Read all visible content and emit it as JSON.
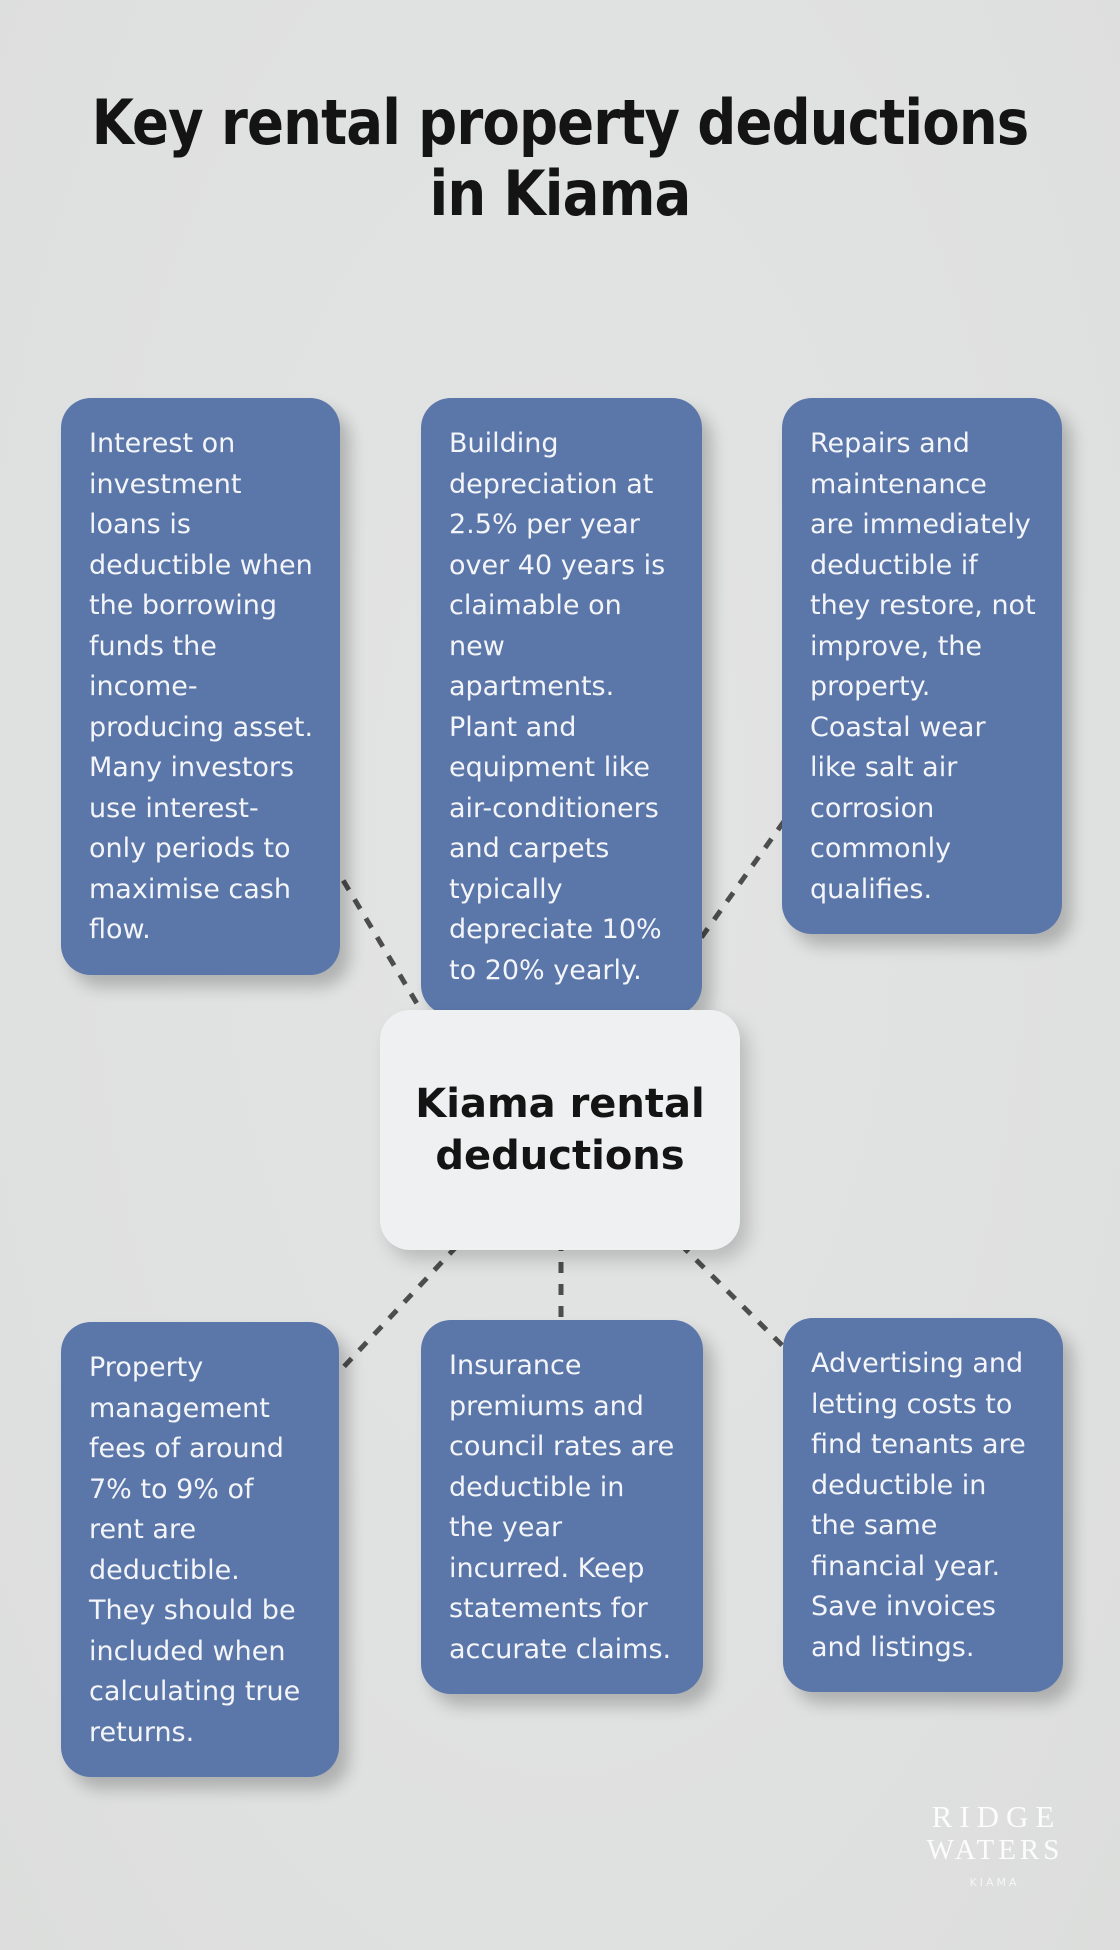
{
  "page": {
    "background_color": "#e0e1e1",
    "title_line1": "Key rental property deductions",
    "title_line2": "in Kiama",
    "title_color": "#141414"
  },
  "center_node": {
    "label": "Kiama rental deductions",
    "background_color": "#eef0f1",
    "text_color": "#141414"
  },
  "cards": {
    "color": "#5b76a9",
    "text_color": "#f3f5f9",
    "items": [
      {
        "id": "interest-on-loans",
        "position": "top-left",
        "text": "Interest on investment loans is deductible when the borrowing funds the income-producing asset. Many investors use interest-only periods to maximise cash flow."
      },
      {
        "id": "building-depreciation",
        "position": "top-middle",
        "text": "Building depreciation at 2.5% per year over 40 years is claimable on new apartments. Plant and equipment like air-conditioners and carpets typically depreciate 10% to 20% yearly."
      },
      {
        "id": "repairs-maintenance",
        "position": "top-right",
        "text": "Repairs and maintenance are immediately deductible if they restore, not improve, the property. Coastal wear like salt air corrosion commonly qualifies."
      },
      {
        "id": "management-fees",
        "position": "bottom-left",
        "text": "Property management fees of around 7% to 9% of rent are deductible. They should be included when calculating true returns."
      },
      {
        "id": "insurance-rates",
        "position": "bottom-middle",
        "text": "Insurance premiums and council rates are deductible in the year incurred. Keep statements for accurate claims."
      },
      {
        "id": "advertising-letting",
        "position": "bottom-right",
        "text": "Advertising and letting costs to find tenants are deductible in the same financial year. Save invoices and listings."
      }
    ]
  },
  "connectors": {
    "color": "#4d4d4d",
    "style": "dashed"
  },
  "logo": {
    "line1": "RIDGE",
    "line2": "WATERS",
    "line3": "KIAMA"
  }
}
